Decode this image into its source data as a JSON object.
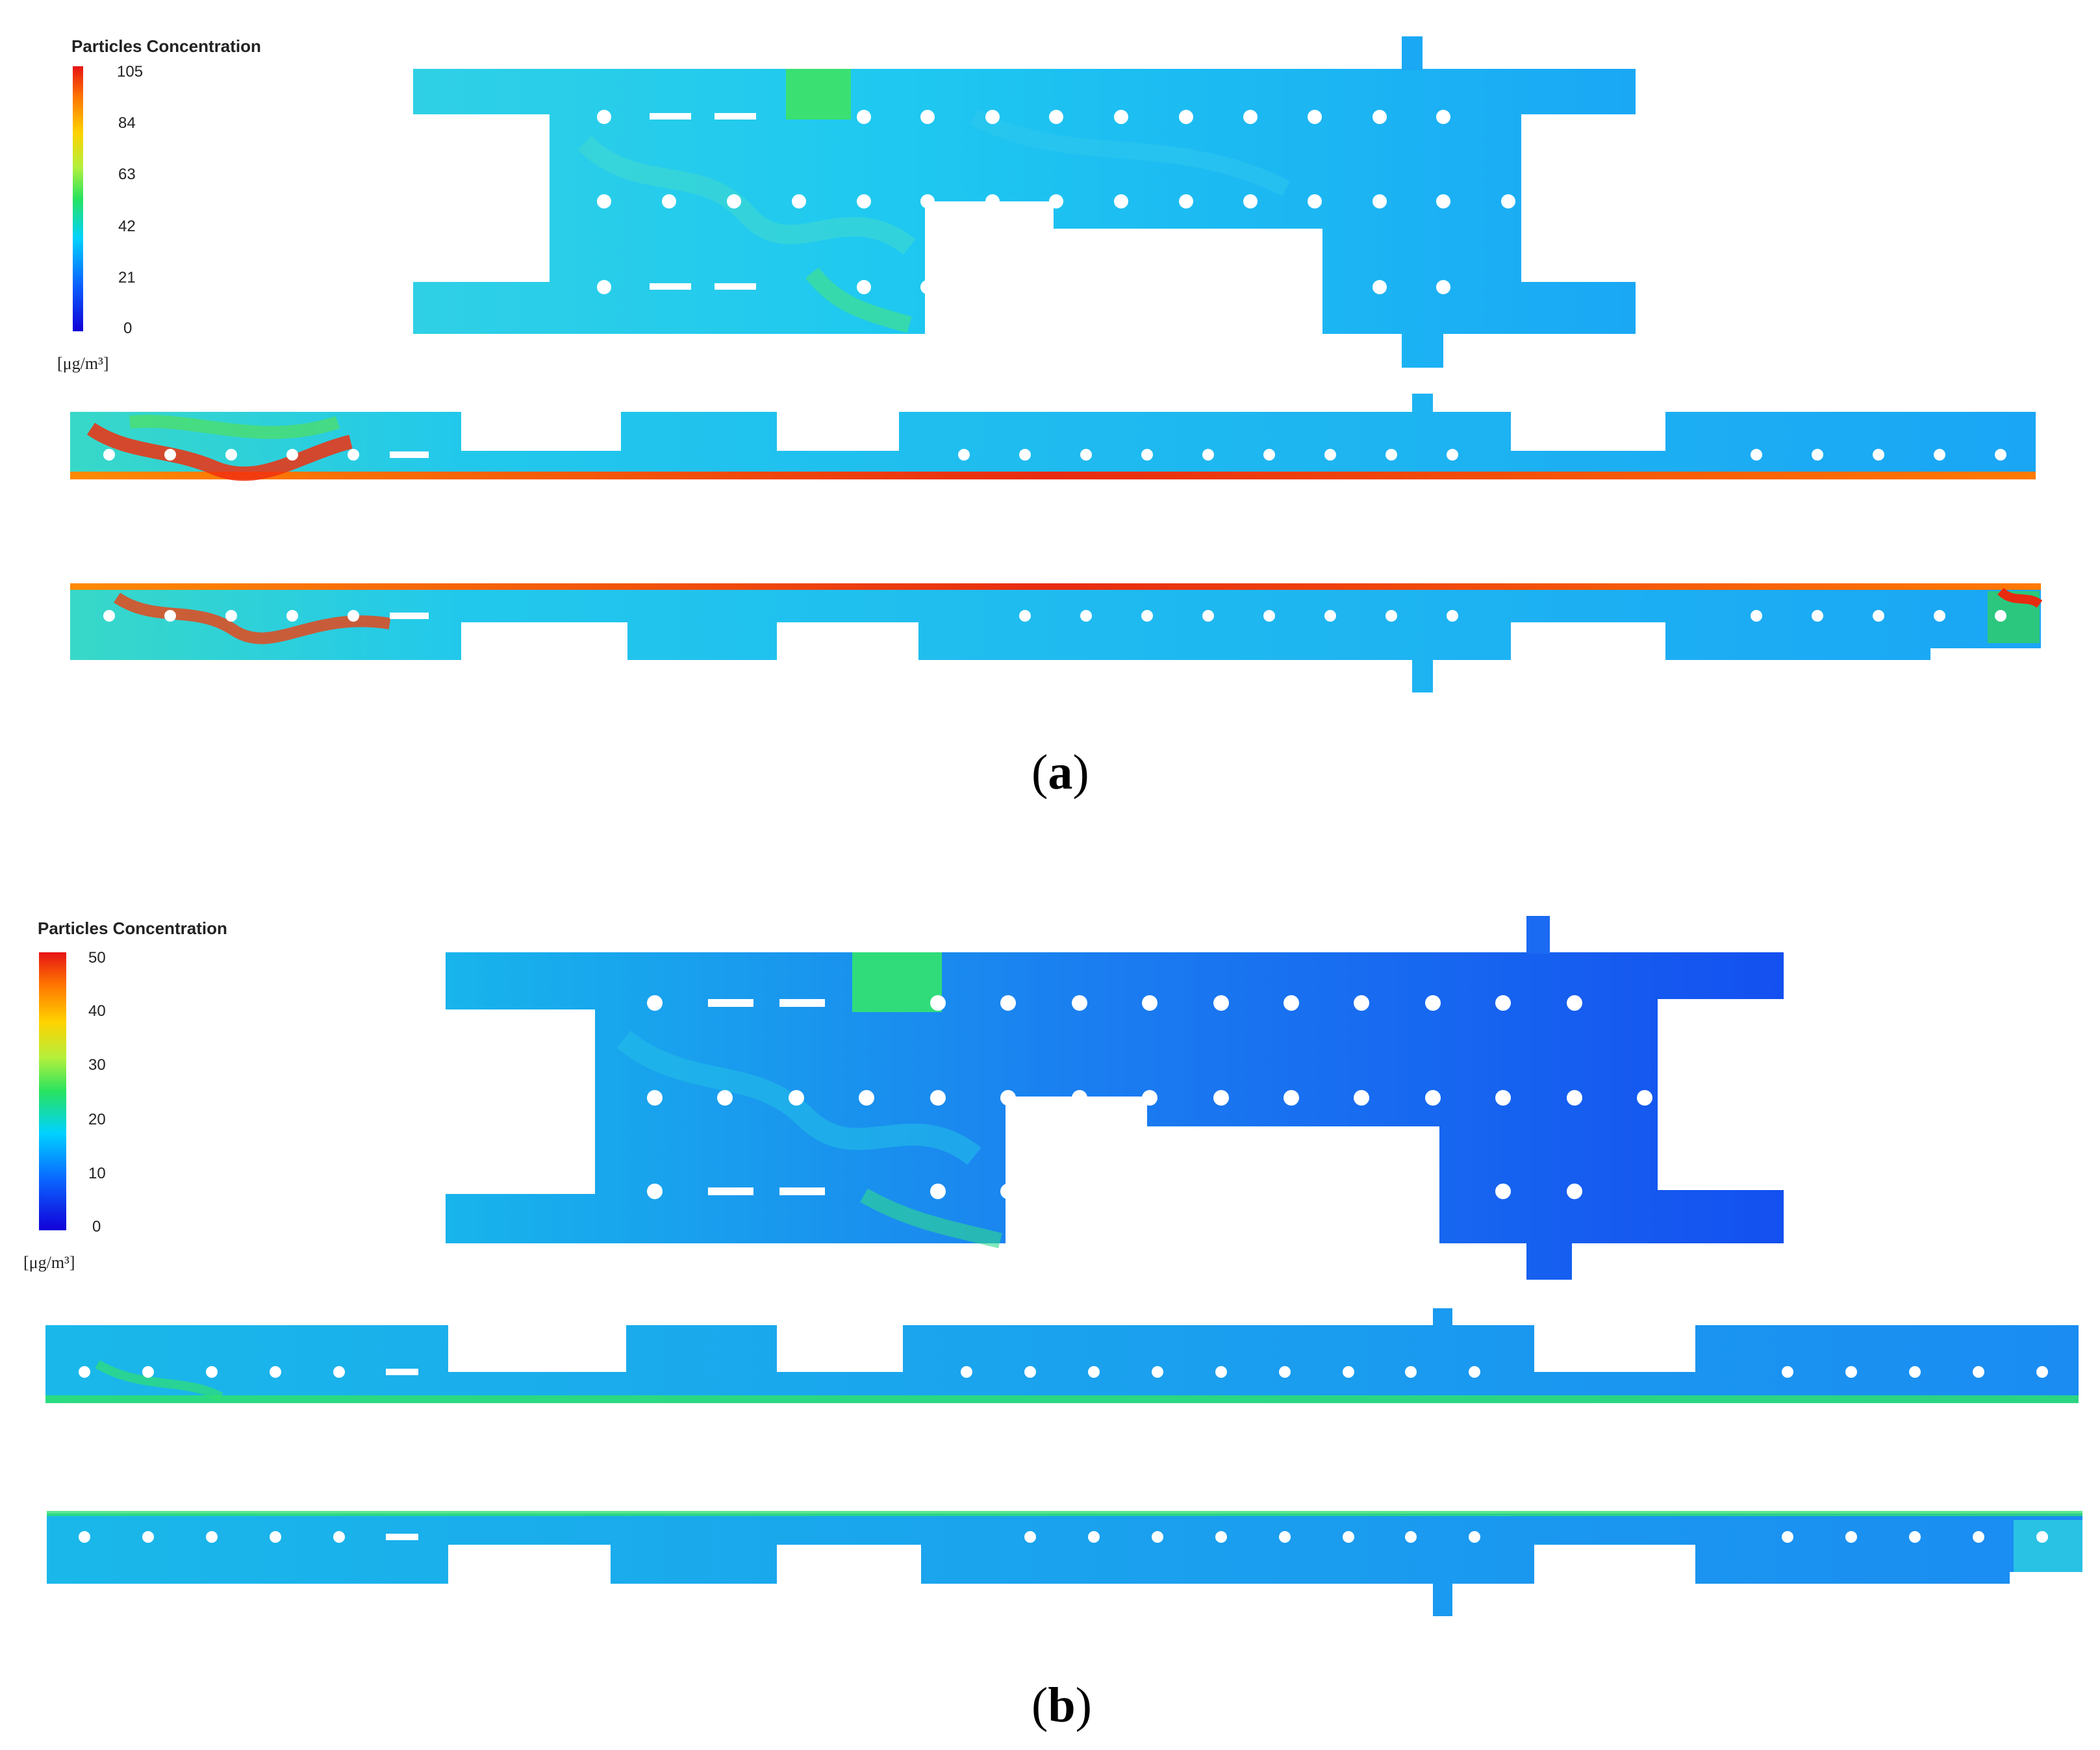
{
  "panels": [
    {
      "caption_open": "(",
      "caption_letter": "a",
      "caption_close": ")",
      "legend": {
        "title": "Particles Concentration",
        "ticks": [
          "105",
          "84",
          "63",
          "42",
          "21",
          "0"
        ],
        "unit": "[μg/m³]"
      }
    },
    {
      "caption_open": "(",
      "caption_letter": "b",
      "caption_close": ")",
      "legend": {
        "title": "Particles Concentration",
        "ticks": [
          "50",
          "40",
          "30",
          "20",
          "10",
          "0"
        ],
        "unit": "[μg/m³]"
      }
    }
  ]
}
